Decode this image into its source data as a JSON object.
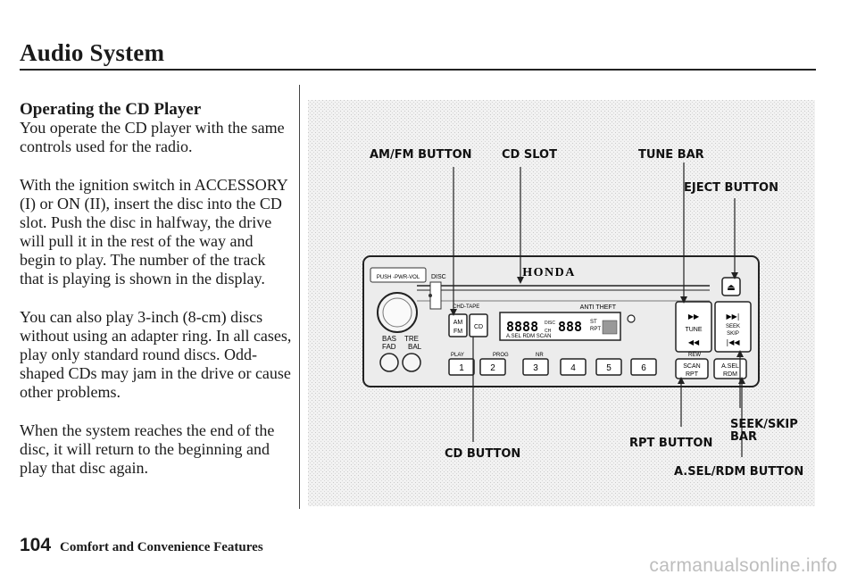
{
  "header": {
    "title": "Audio System"
  },
  "section": {
    "heading": "Operating the CD Player",
    "paragraphs": [
      "You operate the CD player with the same controls used for the radio.",
      "With the ignition switch in ACCESSORY (I) or ON (II), insert the disc into the CD slot. Push the disc in halfway, the drive will pull it in the rest of the way and begin to play. The number of the track that is playing is shown in the display.",
      "You can also play 3-inch (8-cm) discs without using an adapter ring. In all cases, play only standard round discs. Odd-shaped CDs may jam in the drive or cause other problems.",
      "When the system reaches the end of the disc, it will return to the beginning and play that disc again."
    ]
  },
  "figure": {
    "callouts": {
      "am_fm_button": "AM/FM BUTTON",
      "cd_slot": "CD SLOT",
      "tune_bar": "TUNE BAR",
      "eject_button": "EJECT BUTTON",
      "seek_skip_bar_line1": "SEEK/SKIP",
      "seek_skip_bar_line2": "BAR",
      "rpt_button": "RPT BUTTON",
      "cd_button": "CD BUTTON",
      "asel_rdm_button": "A.SEL/RDM BUTTON"
    },
    "radio": {
      "brand": "HONDA",
      "knob_label": "PUSH -PWR-VOL",
      "disc_label": "DISC",
      "bas_label": "BAS",
      "tre_label": "TRE",
      "fad_label": "FAD",
      "bal_label": "BAL",
      "am_label": "AM",
      "fm_label": "FM",
      "cd_label": "CD",
      "cd_am_header": "CHD-TAPE",
      "anti_theft": "ANTI THEFT",
      "display_digits": "8888",
      "display_digits2": "888",
      "display_status1": "ST",
      "display_status2": "RPT",
      "display_modes": "A.SEL RDM SCAN",
      "display_disc": "DISC",
      "display_ch": "CH",
      "tune_label": "TUNE",
      "seek_label": "SEEK",
      "skip_label": "SKIP",
      "scan_label": "SCAN",
      "rpt_label": "RPT",
      "asel_label": "A.SEL",
      "rdm_label": "RDM",
      "play_label": "PLAY",
      "prog_label": "PROG",
      "nr_label": "NR",
      "rew_label": "REW",
      "presets": [
        "1",
        "2",
        "3",
        "4",
        "5",
        "6"
      ]
    }
  },
  "footer": {
    "page_number": "104",
    "text": "Comfort and Convenience Features"
  },
  "watermark": "carmanualsonline.info"
}
